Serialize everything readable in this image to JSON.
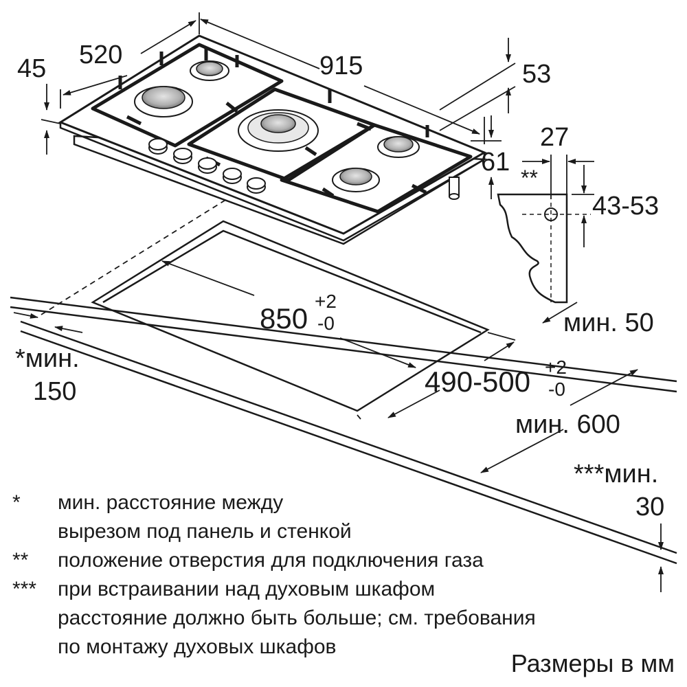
{
  "dimensions": {
    "d45": "45",
    "d520": "520",
    "d915": "915",
    "d53": "53",
    "d27": "27",
    "d61": "61",
    "gas_marker": "**",
    "d43_53": "43-53",
    "cut_width": "850",
    "cut_width_tol_plus": "+2",
    "cut_width_tol_minus": "-0",
    "cut_depth": "490-500",
    "cut_depth_tol_plus": "+2",
    "cut_depth_tol_minus": "-0",
    "min50": "мин. 50",
    "min150_line1": "*мин.",
    "min150_line2": "150",
    "min600": "мин. 600",
    "min30_line1": "***мин.",
    "min30_line2": "30"
  },
  "notes": [
    {
      "marker": "*",
      "lines": [
        "мин. расстояние между",
        "вырезом под панель и стенкой"
      ]
    },
    {
      "marker": "**",
      "lines": [
        "положение отверстия для подключения газа"
      ]
    },
    {
      "marker": "***",
      "lines": [
        "при встраивании над духовым шкафом",
        "расстояние должно быть больше; см. требования",
        "по монтажу духовых шкафов"
      ]
    }
  ],
  "units_label": "Размеры в мм"
}
